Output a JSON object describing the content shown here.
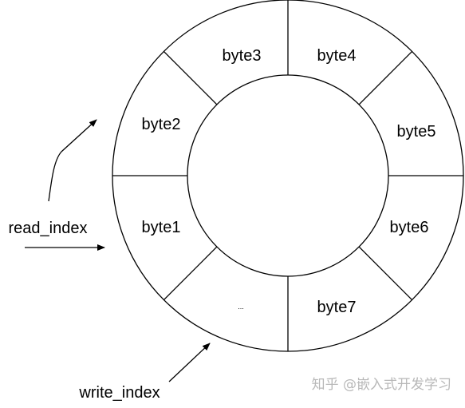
{
  "diagram": {
    "segments": [
      {
        "id": "seg-byte3",
        "label": "byte3"
      },
      {
        "id": "seg-byte4",
        "label": "byte4"
      },
      {
        "id": "seg-byte5",
        "label": "byte5"
      },
      {
        "id": "seg-byte6",
        "label": "byte6"
      },
      {
        "id": "seg-byte7",
        "label": "byte7"
      },
      {
        "id": "seg-empty",
        "label": "..."
      },
      {
        "id": "seg-byte1",
        "label": "byte1"
      },
      {
        "id": "seg-byte2",
        "label": "byte2"
      }
    ],
    "pointers": {
      "read": "read_index",
      "write": "write_index"
    }
  },
  "watermark": "知乎 @嵌入式开发学习",
  "colors": {
    "stroke": "#000000",
    "background": "#ffffff",
    "watermark": "#b8b8b8"
  }
}
